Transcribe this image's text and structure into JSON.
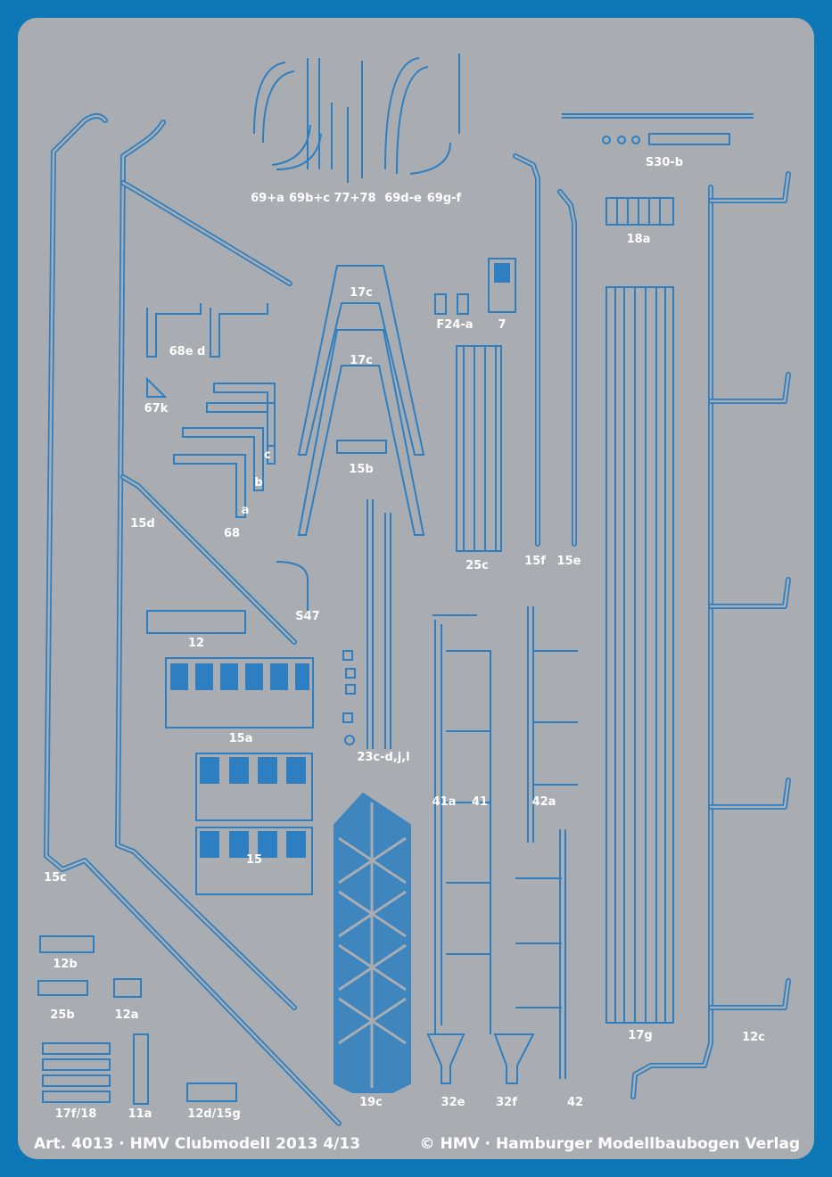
{
  "sheet": {
    "footer_left": "Art. 4013 · HMV Clubmodell 2013 4/13",
    "footer_right": "© HMV · Hamburger Modellbaubogen Verlag",
    "colors": {
      "border": "#0e78b6",
      "panel": "#a9adb2",
      "parts": "#2d7fc1",
      "labels": "#ffffff"
    }
  },
  "labels": [
    "69+a",
    "69b+c",
    "77+78",
    "69d-e",
    "69g-f",
    "S30-b",
    "18a",
    "17c",
    "F24-a",
    "7",
    "68e d",
    "17c",
    "67k",
    "15b",
    "c",
    "b",
    "a",
    "15d",
    "68",
    "15f",
    "15e",
    "25c",
    "S47",
    "12",
    "15a",
    "23c-d,j,l",
    "41a",
    "41",
    "42a",
    "15",
    "15c",
    "12b",
    "25b",
    "12a",
    "17g",
    "12c",
    "17f/18",
    "11a",
    "12d/15g",
    "19c",
    "32e",
    "32f",
    "42"
  ]
}
